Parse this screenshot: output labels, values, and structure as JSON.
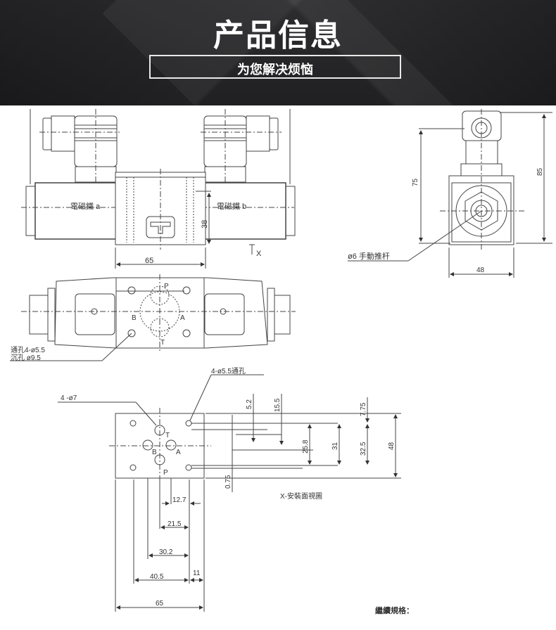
{
  "banner": {
    "title": "产品信息",
    "subtitle": "为您解决烦恼"
  },
  "front_view": {
    "solenoid_a_label": "電磁鐵 a",
    "solenoid_b_label": "電磁鐵 b",
    "dim_width": "65",
    "dim_height": "38",
    "view_arrow_label": "X"
  },
  "side_view": {
    "dim_height_75": "75",
    "dim_height_85": "85",
    "dim_width_48": "48",
    "manual_pin_label": "ø6 手動推杆"
  },
  "top_view": {
    "port_p": "P",
    "port_a": "A",
    "port_b": "B",
    "port_t": "T",
    "through_hole_label": "通孔4-ø5.5",
    "counterbore_label": "沉孔  ø9.5"
  },
  "mounting_view": {
    "hole_label_1": "4-ø5.5通孔",
    "hole_label_2": "4 -ø7",
    "port_t": "T",
    "port_b": "B",
    "port_a": "A",
    "port_p": "P",
    "dims_vertical": [
      "5.2",
      "15.5",
      "7.75",
      "25.8",
      "31",
      "32.5",
      "48",
      "0.75"
    ],
    "dims_horizontal": [
      "12.7",
      "21.5",
      "30.2",
      "40.5",
      "11",
      "65"
    ],
    "caption": "X-安裝面視圖"
  },
  "footer": {
    "partial_text": "繼續規格："
  }
}
